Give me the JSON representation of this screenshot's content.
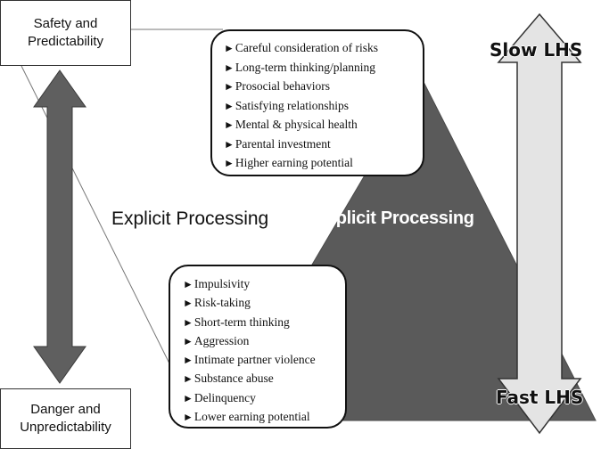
{
  "corners": {
    "top": "Safety and\nPredictability",
    "bottom": "Danger and\nUnpredictability"
  },
  "labels": {
    "explicit": "Explicit Processing",
    "implicit": "Implicit Processing",
    "slow_lhs": "Slow LHS",
    "fast_lhs": "Fast LHS"
  },
  "bullet": "►",
  "slow_traits": [
    "Careful consideration of risks",
    "Long-term thinking/planning",
    "Prosocial behaviors",
    "Satisfying relationships",
    "Mental & physical health",
    "Parental investment",
    "Higher earning potential"
  ],
  "fast_traits": [
    "Impulsivity",
    "Risk-taking",
    "Short-term thinking",
    "Aggression",
    "Intimate partner violence",
    "Substance abuse",
    "Delinquency",
    "Lower earning potential"
  ],
  "colors": {
    "triangle": "#5a5a5a",
    "arrow_dark": "#5f5f5f",
    "arrow_light": "#e4e4e4"
  },
  "icons": {
    "left_arrow": "double-headed-vertical-arrow",
    "right_arrow": "double-headed-vertical-arrow"
  }
}
